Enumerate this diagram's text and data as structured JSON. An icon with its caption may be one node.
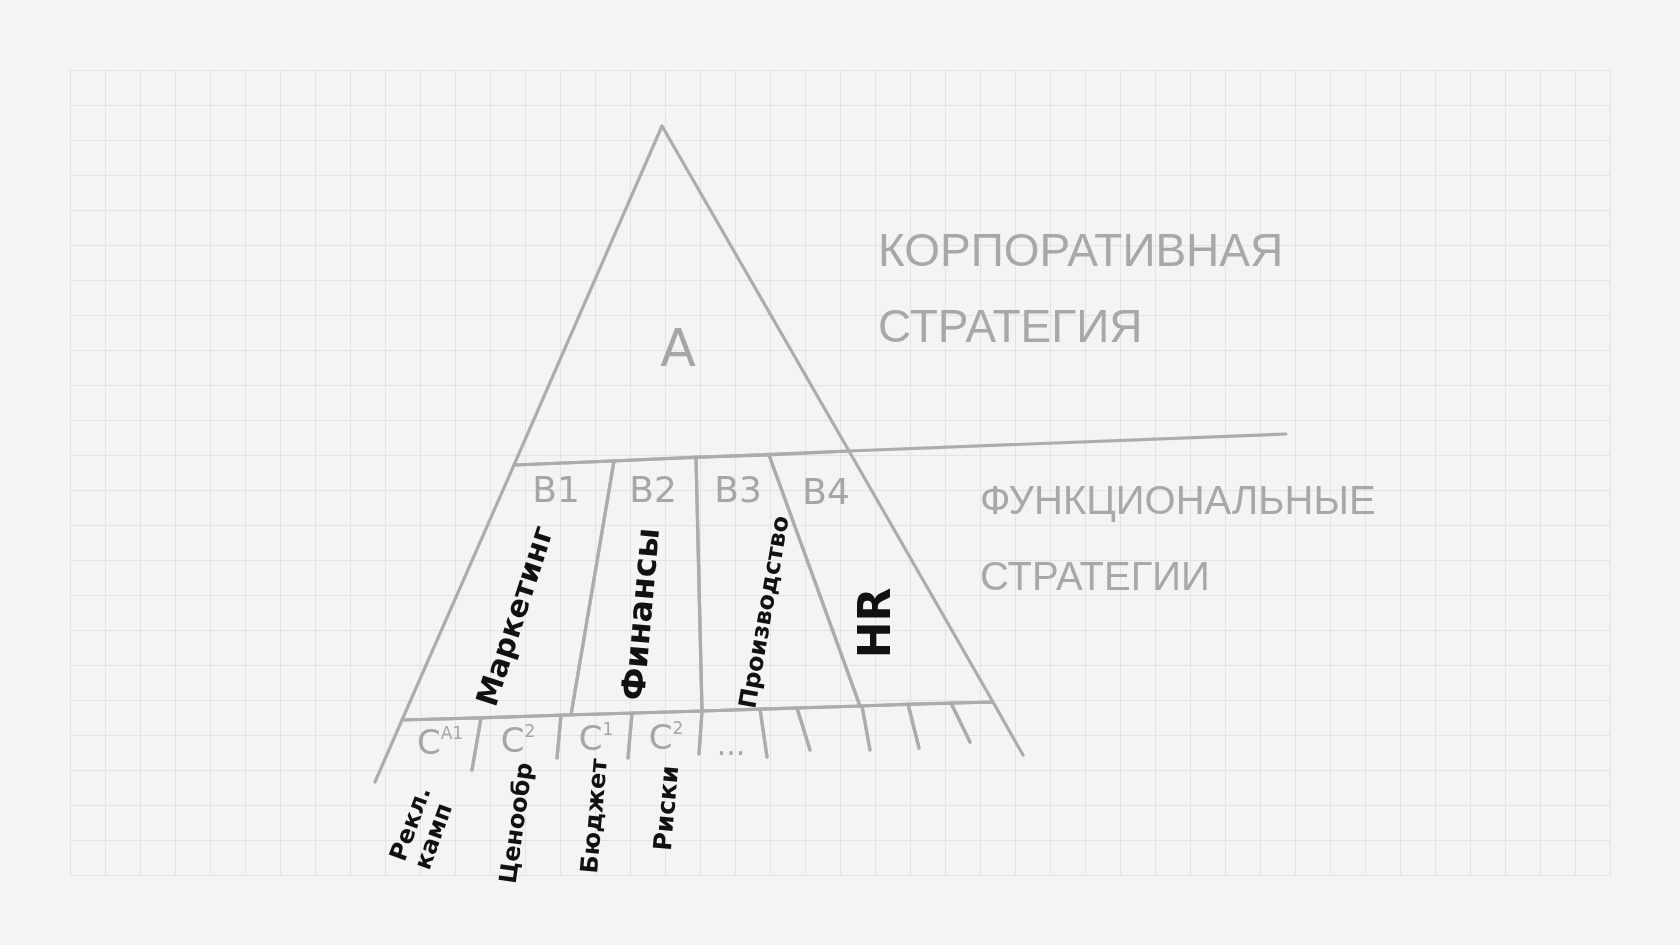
{
  "diagram": {
    "nodes": [
      {
        "text": [
          "A"
        ]
      },
      {
        "text": [
          "B1",
          "Маркетинг"
        ]
      },
      {
        "text": [
          "B2",
          "Финансы"
        ]
      },
      {
        "text": [
          "B3",
          "Производство"
        ]
      },
      {
        "text": [
          "B4",
          "HR"
        ]
      },
      {
        "text": [
          "C$^{A1}$",
          "Рекл. камп"
        ]
      },
      {
        "text": [
          "C$^{2}$",
          "Ценообр"
        ]
      },
      {
        "text": [
          "C$^{1}$",
          "Бюджет"
        ]
      },
      {
        "text": [
          "C$^{2}$",
          "Риски"
        ]
      },
      {
        "text": [
          "..."
        ]
      },
      {
        "text": [],
        "shape": "box"
      },
      {
        "text": [],
        "shape": "box"
      },
      {
        "text": [],
        "shape": "box"
      },
      {
        "text": [],
        "shape": "box"
      },
      {
        "text": [],
        "shape": "box"
      }
    ],
    "labels": [
      "КОРПОРАТИВНАЯ СТРАТЕГИЯ",
      "ФУНКЦИОНАЛЬНЫЕ СТРАТЕГИИ"
    ]
  }
}
